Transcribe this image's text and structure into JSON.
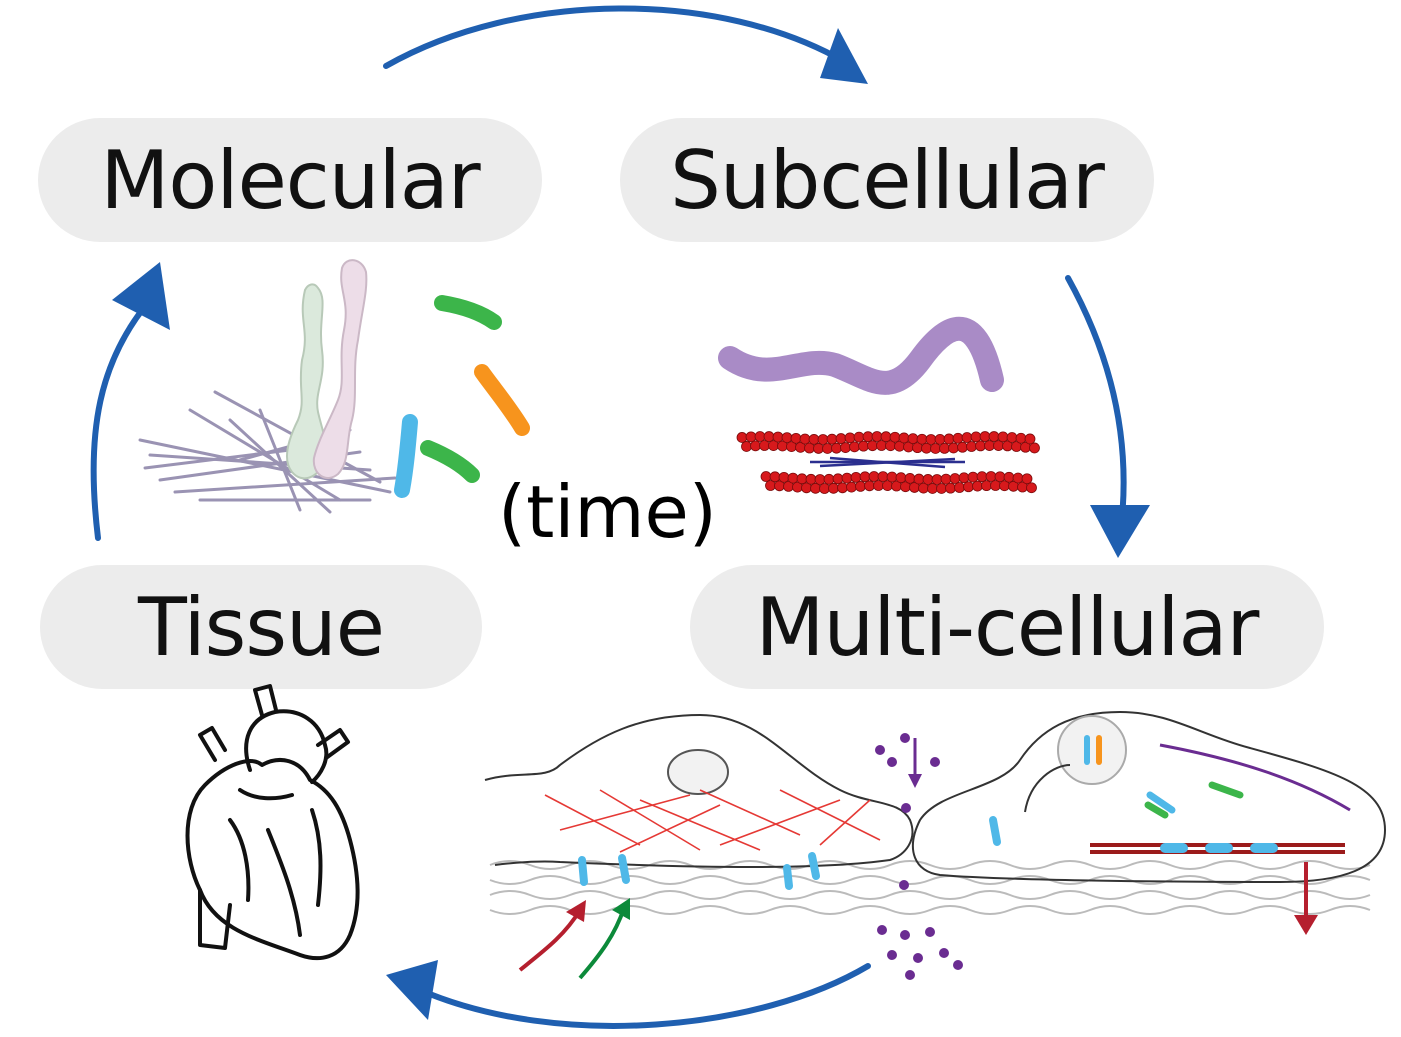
{
  "labels": {
    "molecular": "Molecular",
    "subcellular": "Subcellular",
    "tissue": "Tissue",
    "multicellular": "Multi-cellular",
    "time": "(time)"
  },
  "colors": {
    "cycle_arrow": "#1f5fb0",
    "pill_bg": "#ececec",
    "green": "#3cb54a",
    "orange": "#f7941d",
    "blue": "#4fb8e8",
    "purple": "#a98bc6",
    "red_bead": "#d7191c",
    "signal_purple": "#6a2c91",
    "red_arrow": "#b51f2e",
    "green_arrow": "#0c8a3a"
  }
}
